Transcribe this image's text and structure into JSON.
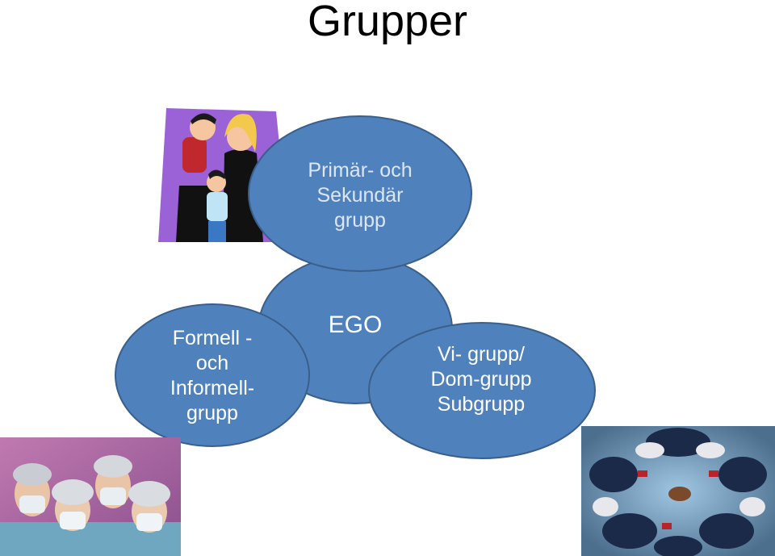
{
  "slide": {
    "title": "Grupper"
  },
  "colors": {
    "node_fill": "#4f81bd",
    "node_stroke": "#3a5f8a",
    "node_text": "#ffffff",
    "top_node_text": "#dce6f4"
  },
  "nodes": {
    "ego": {
      "label": "EGO"
    },
    "primary": {
      "lines": [
        "Primär- och",
        "Sekundär",
        "grupp"
      ]
    },
    "formal": {
      "lines": [
        "Formell -",
        "och",
        "Informell-",
        "grupp"
      ]
    },
    "wegroup": {
      "lines": [
        "Vi- grupp/",
        "Dom-grupp",
        "Subgrupp"
      ]
    }
  },
  "images": {
    "family": "family-clipart",
    "surgeons": "surgeons-photo",
    "football": "football-huddle-photo"
  }
}
